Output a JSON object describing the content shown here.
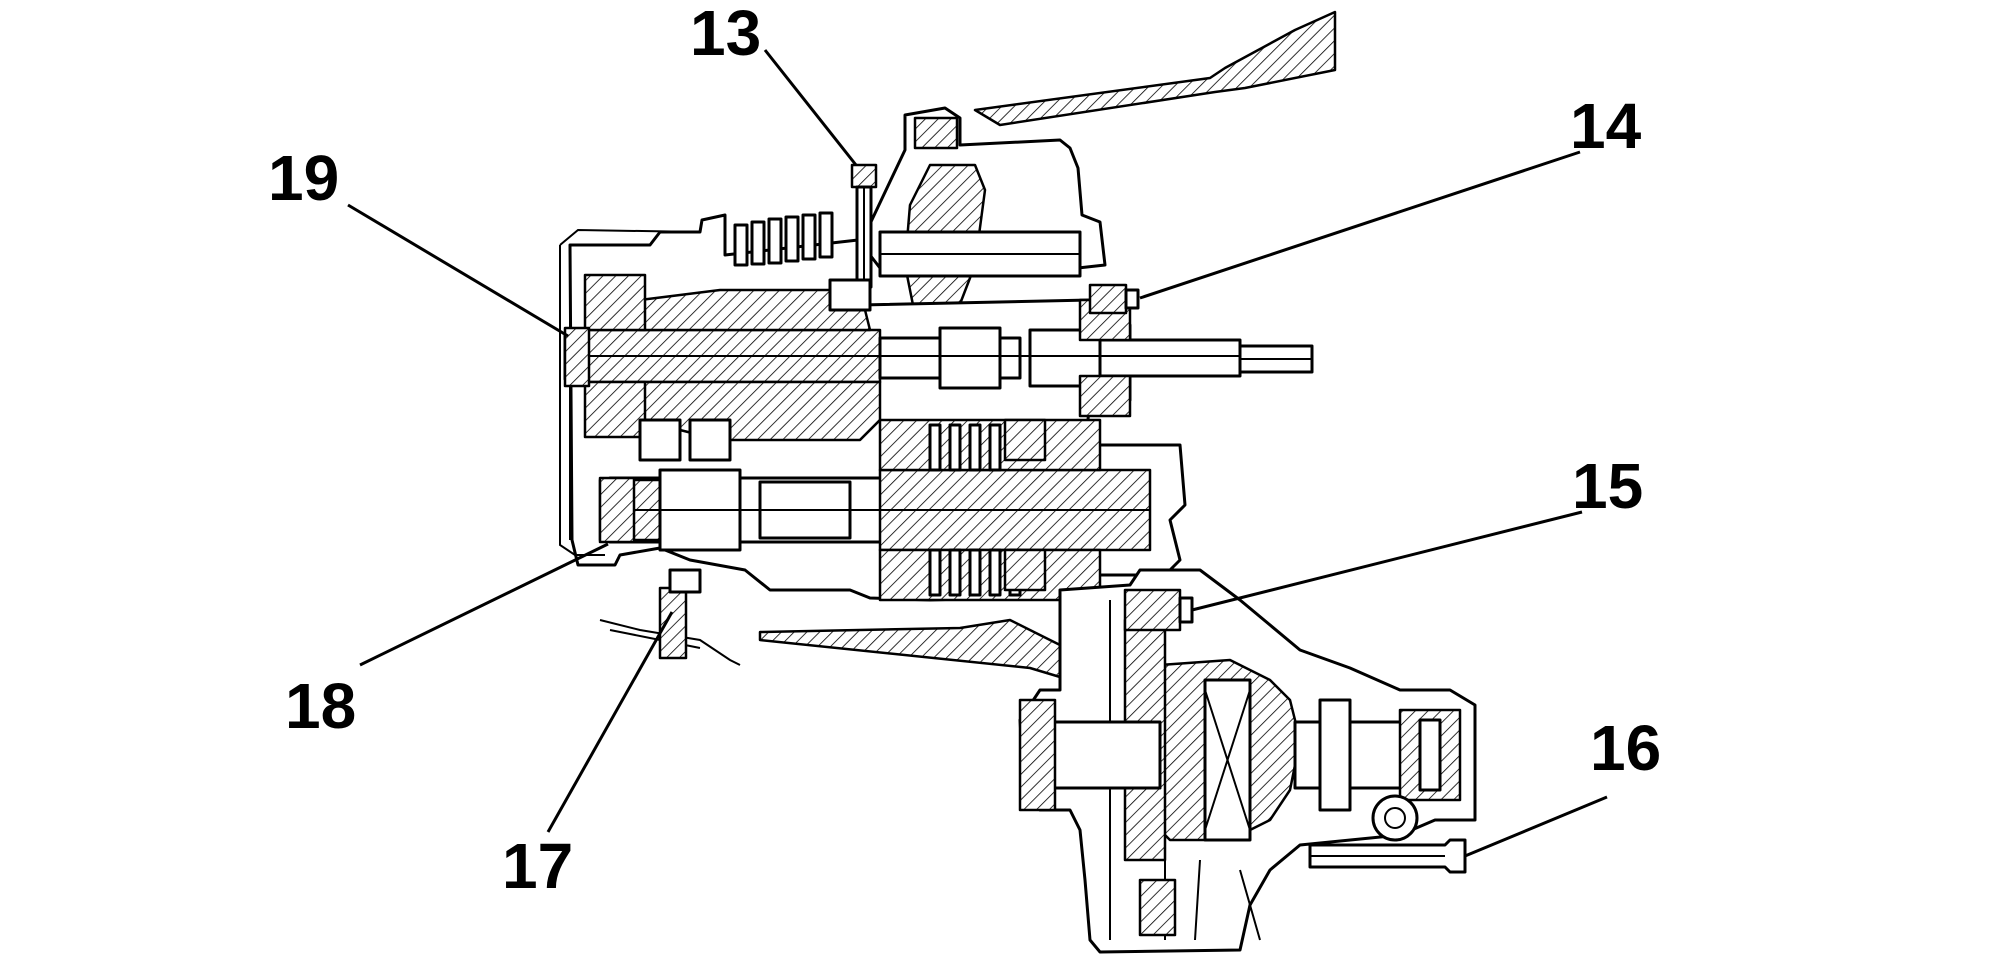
{
  "callouts": [
    {
      "id": "13",
      "label": "13"
    },
    {
      "id": "14",
      "label": "14"
    },
    {
      "id": "15",
      "label": "15"
    },
    {
      "id": "16",
      "label": "16"
    },
    {
      "id": "17",
      "label": "17"
    },
    {
      "id": "18",
      "label": "18"
    },
    {
      "id": "19",
      "label": "19"
    }
  ],
  "colors": {
    "line": "#000000",
    "background": "#ffffff"
  }
}
